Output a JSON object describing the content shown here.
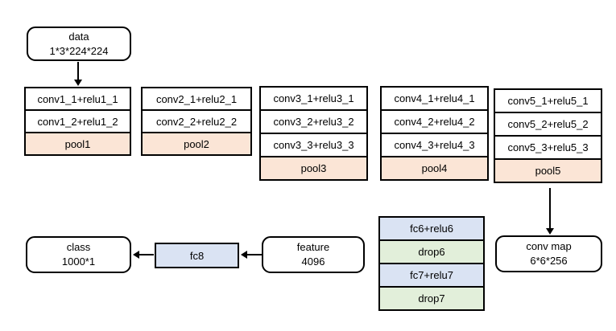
{
  "diagram": {
    "nodes": {
      "data": {
        "line1": "data",
        "line2": "1*3*224*224"
      },
      "conv_map": {
        "line1": "conv map",
        "line2": "6*6*256"
      },
      "feature": {
        "line1": "feature",
        "line2": "4096"
      },
      "class": {
        "line1": "class",
        "line2": "1000*1"
      },
      "fc8": {
        "label": "fc8"
      }
    },
    "columns": [
      {
        "rows": [
          {
            "label": "conv1_1+relu1_1",
            "type": "conv"
          },
          {
            "label": "conv1_2+relu1_2",
            "type": "conv"
          },
          {
            "label": "pool1",
            "type": "pool"
          }
        ]
      },
      {
        "rows": [
          {
            "label": "conv2_1+relu2_1",
            "type": "conv"
          },
          {
            "label": "conv2_2+relu2_2",
            "type": "conv"
          },
          {
            "label": "pool2",
            "type": "pool"
          }
        ]
      },
      {
        "rows": [
          {
            "label": "conv3_1+relu3_1",
            "type": "conv"
          },
          {
            "label": "conv3_2+relu3_2",
            "type": "conv"
          },
          {
            "label": "conv3_3+relu3_3",
            "type": "conv"
          },
          {
            "label": "pool3",
            "type": "pool"
          }
        ]
      },
      {
        "rows": [
          {
            "label": "conv4_1+relu4_1",
            "type": "conv"
          },
          {
            "label": "conv4_2+relu4_2",
            "type": "conv"
          },
          {
            "label": "conv4_3+relu4_3",
            "type": "conv"
          },
          {
            "label": "pool4",
            "type": "pool"
          }
        ]
      },
      {
        "rows": [
          {
            "label": "conv5_1+relu5_1",
            "type": "conv"
          },
          {
            "label": "conv5_2+relu5_2",
            "type": "conv"
          },
          {
            "label": "conv5_3+relu5_3",
            "type": "conv"
          },
          {
            "label": "pool5",
            "type": "pool"
          }
        ]
      }
    ],
    "fc_stack": [
      {
        "label": "fc6+relu6",
        "type": "fc"
      },
      {
        "label": "drop6",
        "type": "drop"
      },
      {
        "label": "fc7+relu7",
        "type": "fc"
      },
      {
        "label": "drop7",
        "type": "drop"
      }
    ],
    "colors": {
      "pool_fill": "#fbe5d6",
      "fc_fill": "#dae3f3",
      "drop_fill": "#e2efda",
      "border": "#000000",
      "canvas": "#ffffff"
    }
  }
}
